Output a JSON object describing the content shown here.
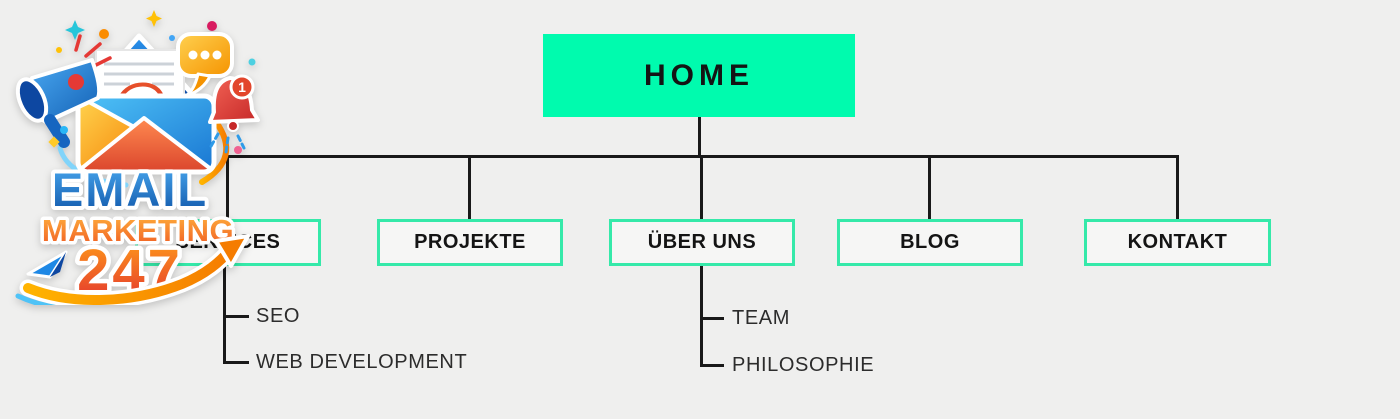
{
  "colors": {
    "background": "#efefee",
    "home_fill": "#00fbae",
    "box_border": "#35e9a9",
    "box_fill": "#f6f6f5",
    "connector": "#191919",
    "label": "#141414",
    "sublabel": "#2c2c2c",
    "logo_blue": "#1565c0",
    "logo_orange": "#f57c00",
    "logo_red": "#e53935"
  },
  "logo": {
    "brand_line1": "EMAIL",
    "brand_line2": "MARKETING",
    "brand_line3": "247",
    "at_symbol": "@",
    "notification_count": "1"
  },
  "sitemap": {
    "root": {
      "label": "HOME"
    },
    "children": [
      {
        "label": "SERVICES",
        "children": [
          "SEO",
          "WEB DEVELOPMENT"
        ]
      },
      {
        "label": "PROJEKTE",
        "children": []
      },
      {
        "label": "ÜBER UNS",
        "children": [
          "TEAM",
          "PHILOSOPHIE"
        ]
      },
      {
        "label": "BLOG",
        "children": []
      },
      {
        "label": "KONTAKT",
        "children": []
      }
    ]
  }
}
